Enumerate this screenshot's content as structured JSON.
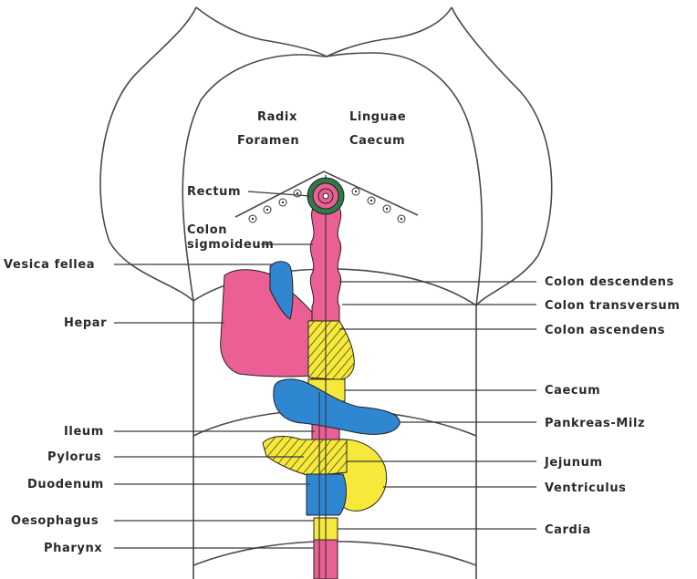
{
  "labels": {
    "radix": "Radix",
    "linguae": "Linguae",
    "foramen": "Foramen",
    "caecum_top": "Caecum",
    "rectum": "Rectum",
    "colon": "Colon",
    "sigmoideum": "sigmoideum",
    "vesica_fellea": "Vesica fellea",
    "hepar": "Hepar",
    "ileum": "Ileum",
    "pylorus": "Pylorus",
    "duodenum": "Duodenum",
    "oesophagus": "Oesophagus",
    "pharynx": "Pharynx",
    "colon_descendens": "Colon descendens",
    "colon_transversum": "Colon transversum",
    "colon_ascendens": "Colon ascendens",
    "caecum": "Caecum",
    "pankreas_milz": "Pankreas-Milz",
    "jejunum": "Jejunum",
    "ventriculus": "Ventriculus",
    "cardia": "Cardia"
  },
  "colors": {
    "pink": "#ec5f94",
    "blue": "#2f86d1",
    "yellow": "#f6e93a",
    "green": "#2f7a48",
    "outline": "#4a4a4a"
  }
}
